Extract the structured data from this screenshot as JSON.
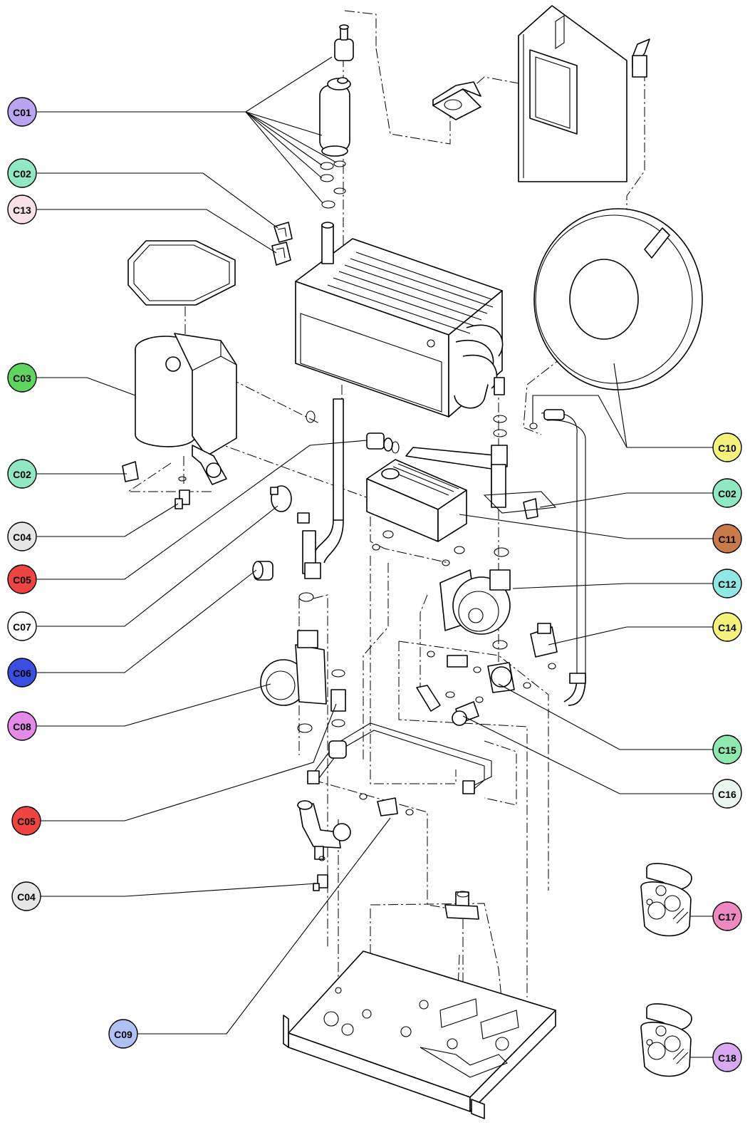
{
  "callouts": [
    {
      "id": "c01a",
      "label": "C01",
      "color": "#b9a4f0"
    },
    {
      "id": "c02a",
      "label": "C02",
      "color": "#8fe8c2"
    },
    {
      "id": "c13",
      "label": "C13",
      "color": "#f8e0e6"
    },
    {
      "id": "c03",
      "label": "C03",
      "color": "#5fd45f"
    },
    {
      "id": "c02b",
      "label": "C02",
      "color": "#8fe8c2"
    },
    {
      "id": "c04a",
      "label": "C04",
      "color": "#e6e6e6"
    },
    {
      "id": "c05a",
      "label": "C05",
      "color": "#ee4444"
    },
    {
      "id": "c07",
      "label": "C07",
      "color": "#ffffff"
    },
    {
      "id": "c06",
      "label": "C06",
      "color": "#3a4fe0"
    },
    {
      "id": "c08",
      "label": "C08",
      "color": "#e48ae8"
    },
    {
      "id": "c05b",
      "label": "C05",
      "color": "#ee4444"
    },
    {
      "id": "c04b",
      "label": "C04",
      "color": "#e6e6e6"
    },
    {
      "id": "c09",
      "label": "C09",
      "color": "#aec0f4"
    },
    {
      "id": "c10",
      "label": "C10",
      "color": "#f4f27a"
    },
    {
      "id": "c02c",
      "label": "C02",
      "color": "#8fe8c2"
    },
    {
      "id": "c11",
      "label": "C11",
      "color": "#c87a4a"
    },
    {
      "id": "c12",
      "label": "C12",
      "color": "#8fe8e4"
    },
    {
      "id": "c14",
      "label": "C14",
      "color": "#f4f27a"
    },
    {
      "id": "c15",
      "label": "C15",
      "color": "#8fe8b0"
    },
    {
      "id": "c16",
      "label": "C16",
      "color": "#e8f6ee"
    },
    {
      "id": "c17",
      "label": "C17",
      "color": "#ee88c0"
    },
    {
      "id": "c18",
      "label": "C18",
      "color": "#d8a8f0"
    }
  ]
}
